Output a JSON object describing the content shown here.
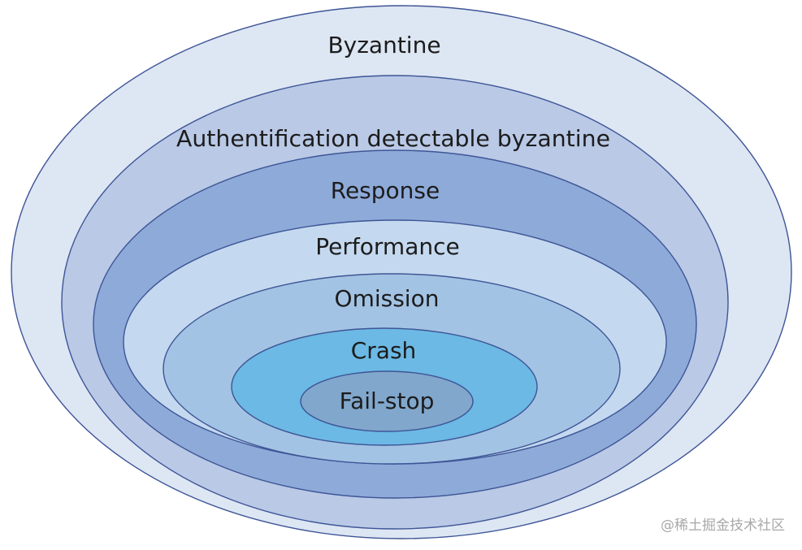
{
  "diagram": {
    "layers": [
      {
        "id": "byzantine",
        "label": "Byzantine",
        "fill": "#dde6f3"
      },
      {
        "id": "auth-byzantine",
        "label": "Authentification detectable byzantine",
        "fill": "#b9c9e6"
      },
      {
        "id": "response",
        "label": "Response",
        "fill": "#8eaad9"
      },
      {
        "id": "performance",
        "label": "Performance",
        "fill": "#c4d9ef"
      },
      {
        "id": "omission",
        "label": "Omission",
        "fill": "#a3c3e4"
      },
      {
        "id": "crash",
        "label": "Crash",
        "fill": "#6bb9e4"
      },
      {
        "id": "fail-stop",
        "label": "Fail-stop",
        "fill": "#81a7cc"
      }
    ]
  },
  "watermark": "@稀土掘金技术社区",
  "outline_color": "#3e5596"
}
